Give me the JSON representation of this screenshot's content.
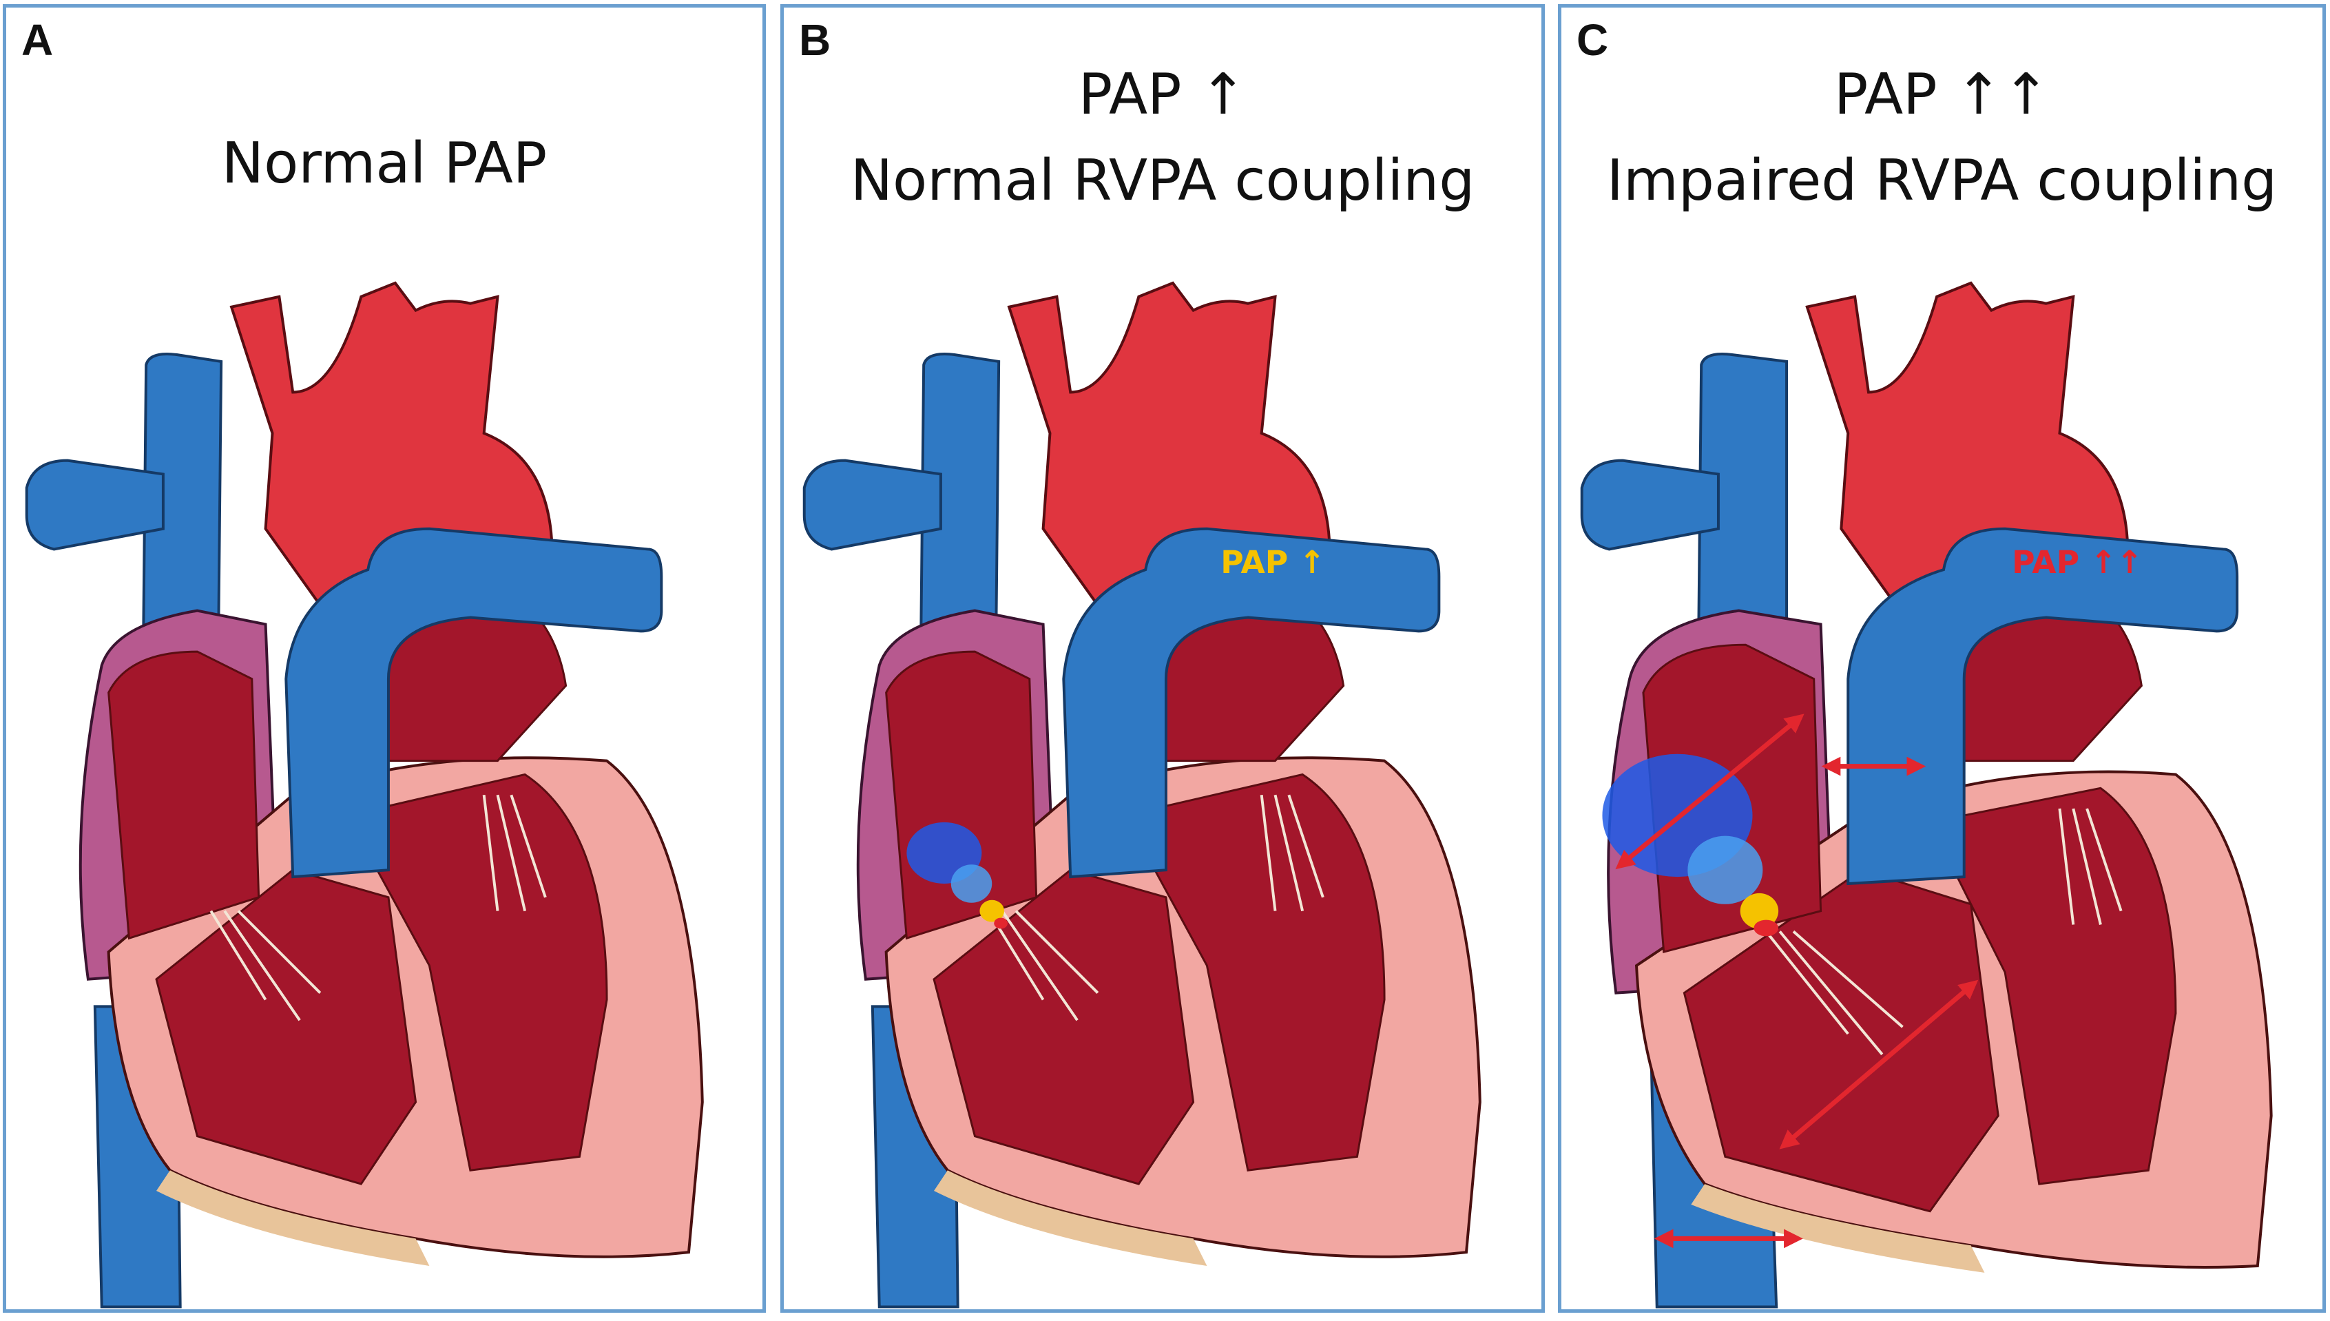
{
  "panels": [
    {
      "letter": "A",
      "title_lines": [
        "Normal PAP"
      ]
    },
    {
      "letter": "B",
      "title_lines": [
        "PAP ↑",
        "Normal RVPA coupling"
      ],
      "vessel_label": "PAP ↑"
    },
    {
      "letter": "C",
      "title_lines": [
        "PAP ↑↑",
        "Impaired RVPA coupling"
      ],
      "vessel_label": "PAP ↑↑"
    }
  ],
  "colors": {
    "border": "#6a9fd0",
    "aorta_red": "#e0353f",
    "vein_blue": "#2f79c4",
    "muscle_pink": "#f2a7a2",
    "chamber_dark": "#a3162b",
    "atrium_purple": "#b7598f",
    "label_yellow": "#f5c200",
    "label_red": "#e3262e",
    "arrow_red": "#e3262e"
  },
  "icons": {
    "heart": "anatomical-heart-cross-section",
    "jet": "regurgitation-jet",
    "arrows": "double-headed-arrow"
  }
}
